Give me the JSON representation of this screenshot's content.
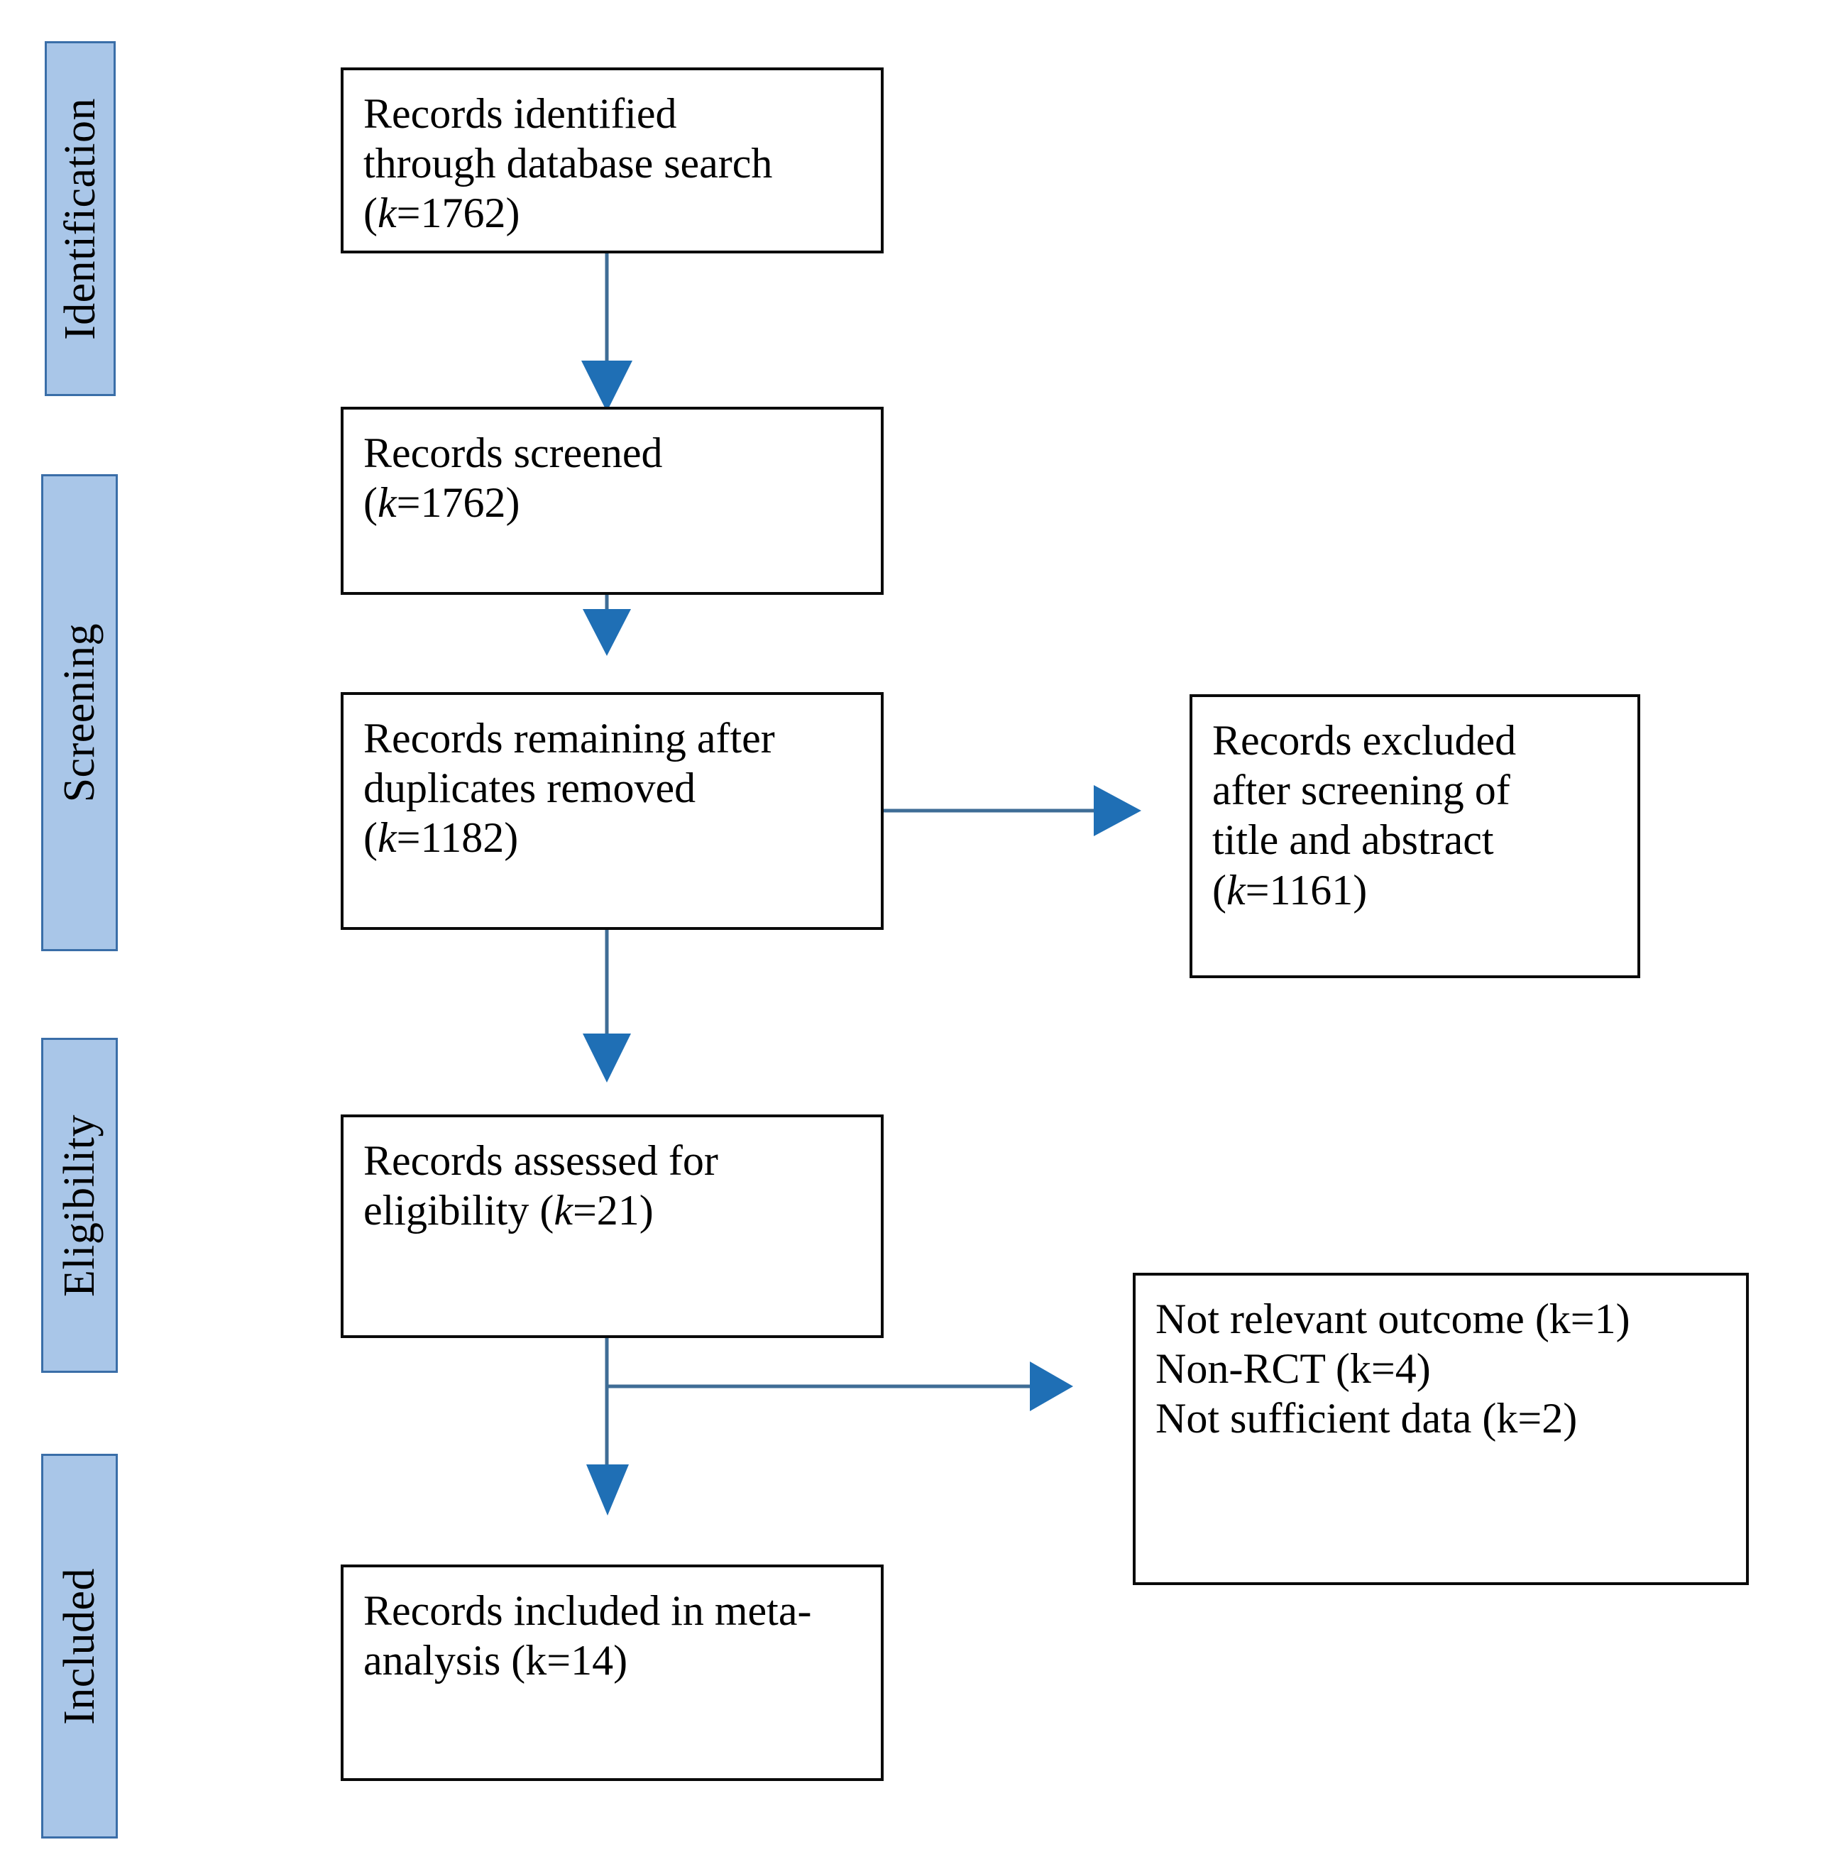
{
  "diagram": {
    "title": "PRISMA study selection flow diagram",
    "colors": {
      "stage_fill": "#a9c6e8",
      "stage_border": "#3a6ea8",
      "node_border": "#0a0a0a",
      "node_fill": "#ffffff",
      "arrow": "#1f6fb5",
      "arrow_line": "#3f6d96",
      "text": "#000000"
    },
    "stages": [
      {
        "id": "identification",
        "label": "Identification"
      },
      {
        "id": "screening",
        "label": "Screening"
      },
      {
        "id": "eligibility",
        "label": "Eligibility"
      },
      {
        "id": "included",
        "label": "Included"
      }
    ],
    "nodes": [
      {
        "id": "records-identified",
        "lines": [
          "Records identified",
          "through database search",
          "(k=1762)"
        ],
        "count_label": "k",
        "count_value": 1762,
        "italic_k": true
      },
      {
        "id": "records-screened",
        "lines": [
          "Records screened",
          "(k=1762)"
        ],
        "count_label": "k",
        "count_value": 1762,
        "italic_k": true
      },
      {
        "id": "records-after-duplicates",
        "lines": [
          "Records remaining after",
          "duplicates removed",
          "(k=1182)"
        ],
        "count_label": "k",
        "count_value": 1182,
        "italic_k": true
      },
      {
        "id": "records-excluded-screening",
        "lines": [
          "Records excluded",
          "after screening of",
          "title and abstract",
          "(k=1161)"
        ],
        "count_label": "k",
        "count_value": 1161,
        "italic_k": true
      },
      {
        "id": "records-assessed",
        "lines": [
          "Records assessed for",
          "eligibility (k=21)"
        ],
        "count_label": "k",
        "count_value": 21,
        "italic_k": true
      },
      {
        "id": "exclusion-reasons",
        "lines": [
          "Not relevant outcome (k=1)",
          "Non-RCT (k=4)",
          "Not sufficient data (k=2)"
        ],
        "italic_k": false,
        "reasons": [
          {
            "reason": "Not relevant outcome",
            "count_label": "k",
            "count_value": 1
          },
          {
            "reason": "Non-RCT",
            "count_label": "k",
            "count_value": 4
          },
          {
            "reason": "Not sufficient data",
            "count_label": "k",
            "count_value": 2
          }
        ]
      },
      {
        "id": "records-included",
        "lines": [
          "Records included in meta-",
          "analysis (k=14)"
        ],
        "count_label": "k",
        "count_value": 14,
        "italic_k": false
      }
    ],
    "flows": [
      {
        "id": "flow-identified-to-screened",
        "from": "records-identified",
        "to": "records-screened",
        "direction": "down"
      },
      {
        "id": "flow-screened-to-duplicates",
        "from": "records-screened",
        "to": "records-after-duplicates",
        "direction": "down"
      },
      {
        "id": "flow-duplicates-to-excluded",
        "from": "records-after-duplicates",
        "to": "records-excluded-screening",
        "direction": "right"
      },
      {
        "id": "flow-duplicates-to-assessed",
        "from": "records-after-duplicates",
        "to": "records-assessed",
        "direction": "down"
      },
      {
        "id": "flow-assessed-to-reasons",
        "from": "records-assessed",
        "to": "exclusion-reasons",
        "direction": "right"
      },
      {
        "id": "flow-assessed-to-included",
        "from": "records-assessed",
        "to": "records-included",
        "direction": "down"
      }
    ]
  }
}
